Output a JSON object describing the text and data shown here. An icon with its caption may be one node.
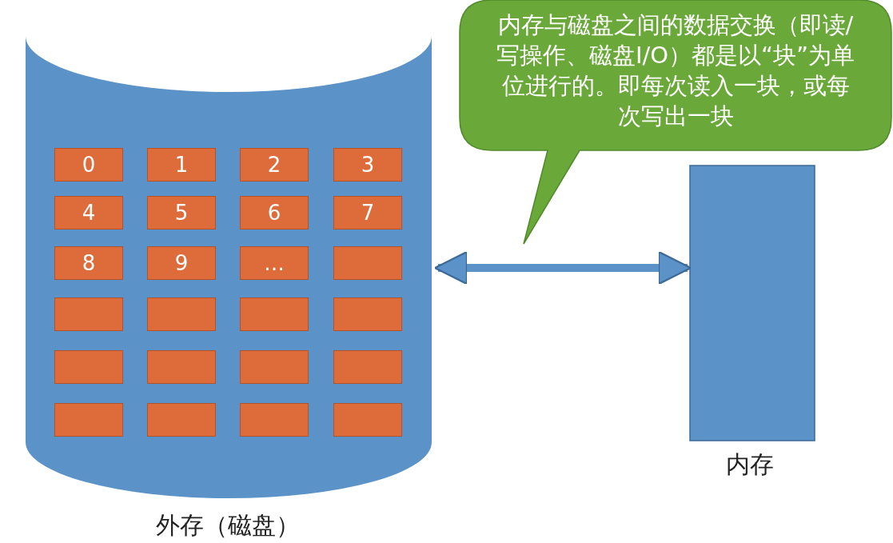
{
  "diagram": {
    "nodes": [
      {
        "text": [
          "外存（磁盘）"
        ]
      },
      {
        "text": [
          "0"
        ],
        "in": 0
      },
      {
        "text": [
          "1"
        ],
        "in": 0
      },
      {
        "text": [
          "2"
        ],
        "in": 0
      },
      {
        "text": [
          "3"
        ],
        "in": 0
      },
      {
        "text": [
          "4"
        ],
        "in": 0
      },
      {
        "text": [
          "5"
        ],
        "in": 0
      },
      {
        "text": [
          "6"
        ],
        "in": 0
      },
      {
        "text": [
          "7"
        ],
        "in": 0
      },
      {
        "text": [
          "8"
        ],
        "in": 0
      },
      {
        "text": [
          "9"
        ],
        "in": 0
      },
      {
        "text": [
          "…"
        ],
        "in": 0
      },
      {
        "text": [],
        "shape": "box",
        "in": 0
      },
      {
        "text": [],
        "shape": "box",
        "in": 0
      },
      {
        "text": [],
        "shape": "box",
        "in": 0
      },
      {
        "text": [],
        "shape": "box",
        "in": 0
      },
      {
        "text": [],
        "shape": "box",
        "in": 0
      },
      {
        "text": [],
        "shape": "box",
        "in": 0
      },
      {
        "text": [],
        "shape": "box",
        "in": 0
      },
      {
        "text": [],
        "shape": "box",
        "in": 0
      },
      {
        "text": [],
        "shape": "box",
        "in": 0
      },
      {
        "text": [],
        "shape": "box",
        "in": 0
      },
      {
        "text": [],
        "shape": "box",
        "in": 0
      },
      {
        "text": [],
        "shape": "box",
        "in": 0
      },
      {
        "text": [],
        "shape": "box",
        "in": 0
      },
      {
        "text": [
          "内存"
        ]
      },
      {
        "text": [
          "内存与磁盘之间的数据交换（即读/写操作、磁盘I/O）都是以“块”为单位进行的。即每次读入一块，或每次写出一块"
        ]
      }
    ],
    "edges": [
      {
        "from": 0,
        "to": 25,
        "arrow": "both"
      }
    ]
  }
}
